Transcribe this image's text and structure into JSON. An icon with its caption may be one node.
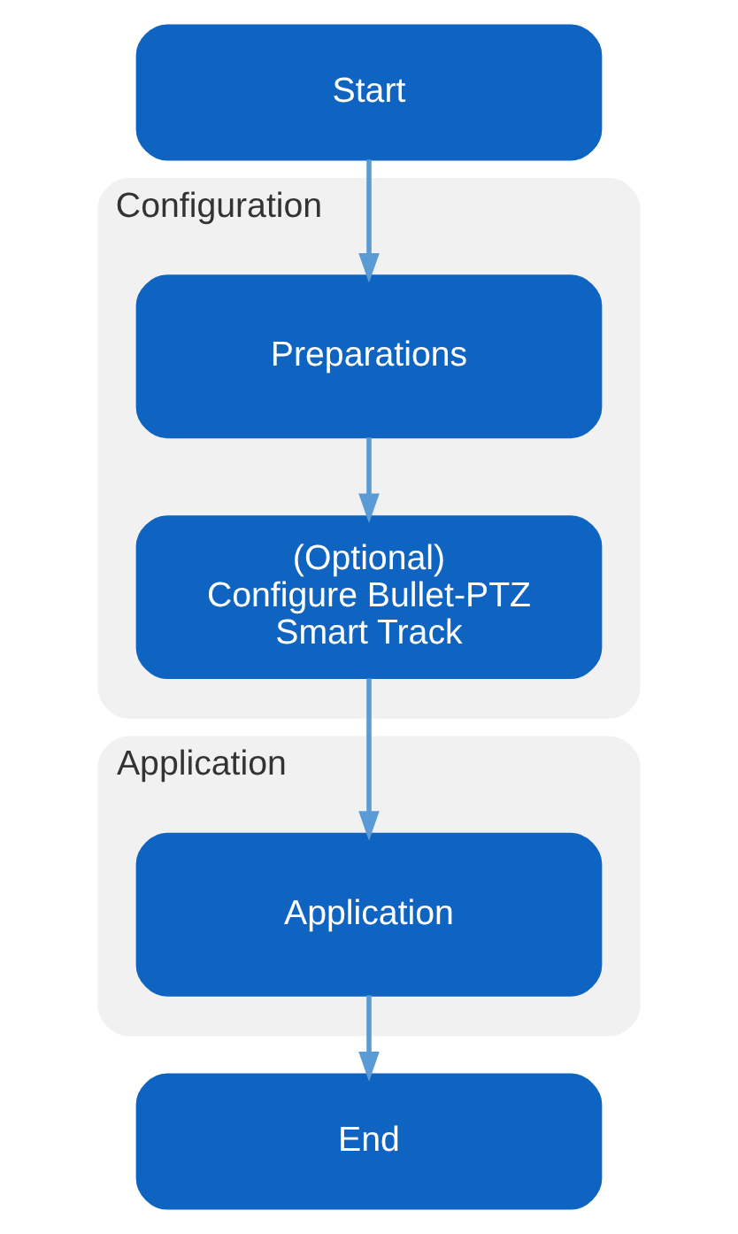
{
  "diagram": {
    "nodes": [
      {
        "text": [
          "Start"
        ]
      },
      {
        "text": [
          "Configuration"
        ]
      },
      {
        "text": [
          "Preparations"
        ],
        "in": 1
      },
      {
        "text": [
          "(Optional) Configure Bullet-PTZ Smart Track"
        ],
        "in": 1
      },
      {
        "text": [
          "Application"
        ]
      },
      {
        "text": [
          "Application"
        ],
        "in": 4
      },
      {
        "text": [
          "End"
        ]
      }
    ],
    "edges": [
      {
        "from": 0,
        "to": 2,
        "arrow": "to"
      },
      {
        "from": 2,
        "to": 3,
        "arrow": "to"
      },
      {
        "from": 3,
        "to": 5,
        "arrow": "to"
      },
      {
        "from": 5,
        "to": 6,
        "arrow": "to"
      }
    ]
  }
}
